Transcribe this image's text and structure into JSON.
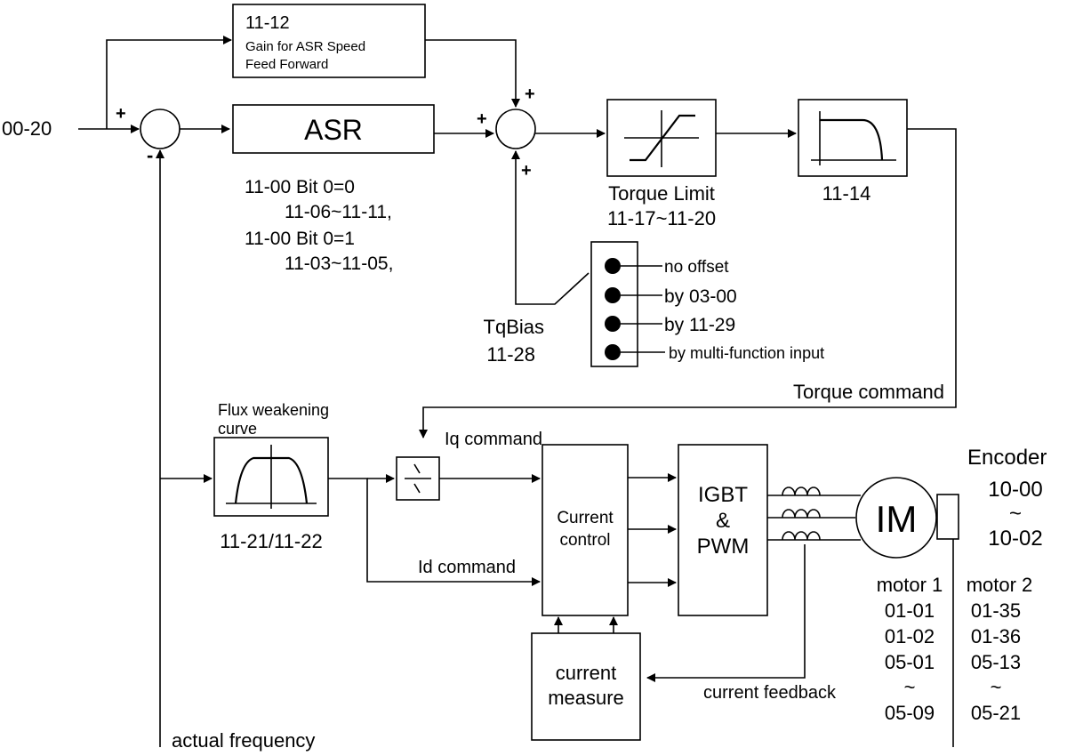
{
  "ff_block": {
    "code": "11-12",
    "line1": "Gain for ASR Speed",
    "line2": "Feed Forward"
  },
  "input_label": "00-20",
  "signs": {
    "plus": "+",
    "minus": "-"
  },
  "asr": {
    "label": "ASR",
    "notes": [
      "11-00 Bit 0=0",
      "11-06~11-11,",
      "11-00 Bit 0=1",
      "11-03~11-05,"
    ]
  },
  "torque_limit": {
    "label": "Torque Limit",
    "params": "11-17~11-20"
  },
  "filter": {
    "label": "11-14"
  },
  "tq_bias": {
    "label": "TqBias",
    "param": "11-28",
    "options": [
      "no offset",
      "by  03-00",
      "by  11-29",
      "by multi-function input"
    ]
  },
  "torque_command": "Torque command",
  "flux": {
    "title_line1": "Flux weakening",
    "title_line2": "curve",
    "params": "11-21/11-22"
  },
  "iq_command": "Iq command",
  "id_command": "Id command",
  "current_control": {
    "line1": "Current",
    "line2": "control"
  },
  "igbt": {
    "line1": "IGBT",
    "line2": "&",
    "line3": "PWM"
  },
  "motor": {
    "label": "IM"
  },
  "encoder": {
    "label": "Encoder",
    "param_from": "10-00",
    "tilde": "~",
    "param_to": "10-02"
  },
  "motor_params": {
    "motor1": {
      "header": "motor  1",
      "values": [
        "01-01",
        "01-02",
        "05-01",
        "~",
        "05-09"
      ]
    },
    "motor2": {
      "header": "motor  2",
      "values": [
        "01-35",
        "01-36",
        "05-13",
        "~",
        "05-21"
      ]
    }
  },
  "current_measure": {
    "line1": "current",
    "line2": "measure"
  },
  "current_feedback": "current feedback",
  "actual_frequency": "actual frequency"
}
